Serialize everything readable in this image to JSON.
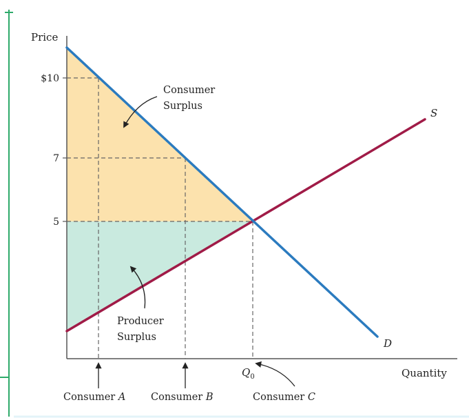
{
  "chart_data": {
    "type": "line",
    "xlabel": "Quantity",
    "ylabel": "Price",
    "y_ticks": [
      "$10",
      "7",
      "5"
    ],
    "x_ticks": [
      "Q"
    ],
    "x_tick_subscript": "0",
    "series": [
      {
        "name": "D",
        "color": "#2b7bbf"
      },
      {
        "name": "S",
        "color": "#a01b47"
      }
    ],
    "regions": [
      {
        "name": "Consumer Surplus",
        "lines": [
          "Consumer",
          "Surplus"
        ],
        "color": "#fce2ad"
      },
      {
        "name": "Producer Surplus",
        "lines": [
          "Producer",
          "Surplus"
        ],
        "color": "#c9eadf"
      }
    ],
    "consumers": [
      {
        "prefix": "Consumer ",
        "letter": "A"
      },
      {
        "prefix": "Consumer ",
        "letter": "B"
      },
      {
        "prefix": "Consumer ",
        "letter": "C"
      }
    ]
  }
}
